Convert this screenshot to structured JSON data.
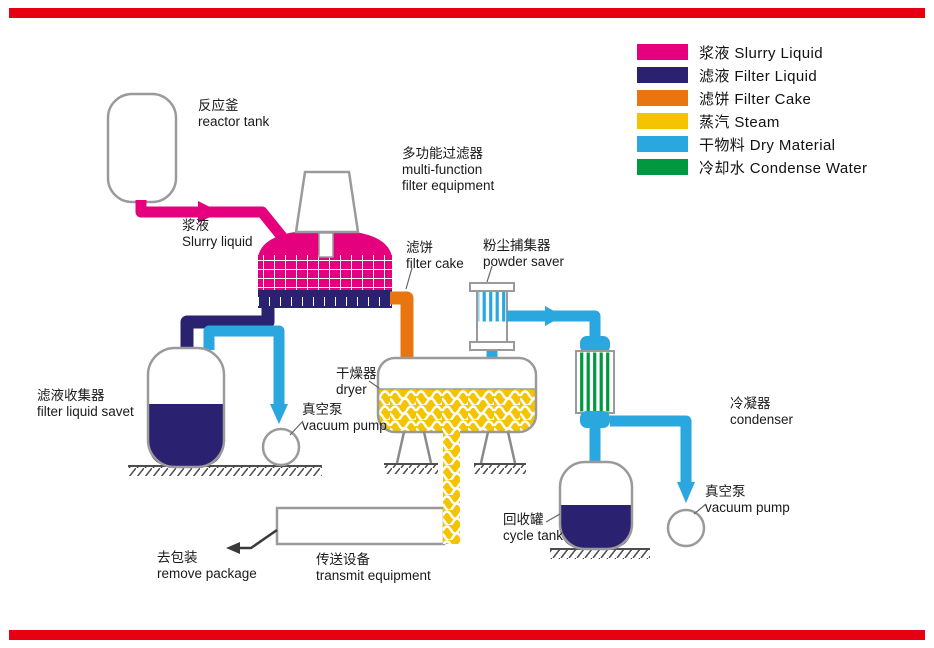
{
  "colors": {
    "border_bar": "#e60012",
    "slurry": "#e5007d",
    "filter_liquid": "#2b2171",
    "filter_cake": "#e8750f",
    "steam": "#f5c400",
    "dry_material": "#2aa7df",
    "condense_water": "#00993f",
    "outline_gray": "#9a9a9a"
  },
  "legend": {
    "items": [
      {
        "label": "浆液 Slurry Liquid",
        "color": "#e5007d"
      },
      {
        "label": "滤液 Filter Liquid",
        "color": "#2b2171"
      },
      {
        "label": "滤饼 Filter Cake",
        "color": "#e8750f"
      },
      {
        "label": "蒸汽 Steam",
        "color": "#f5c400"
      },
      {
        "label": "干物料 Dry Material",
        "color": "#2aa7df"
      },
      {
        "label": "冷却水 Condense Water",
        "color": "#00993f"
      }
    ]
  },
  "labels": {
    "reactor_tank": {
      "zh": "反应釜",
      "en": "reactor tank"
    },
    "slurry_pipe": {
      "zh": "浆液",
      "en": "Slurry liquid"
    },
    "filter_equipment": {
      "zh": "多功能过滤器",
      "en_line1": "multi-function",
      "en_line2": "filter equipment"
    },
    "filter_cake": {
      "zh": "滤饼",
      "en": "filter cake"
    },
    "powder_saver": {
      "zh": "粉尘捕集器",
      "en": "powder saver"
    },
    "dryer": {
      "zh": "干燥器",
      "en": "dryer"
    },
    "filter_liquid_saver": {
      "zh": "滤液收集器",
      "en": "filter liquid savet"
    },
    "vacuum_pump_left": {
      "zh": "真空泵",
      "en": "vacuum pump"
    },
    "condenser": {
      "zh": "冷凝器",
      "en": "condenser"
    },
    "cycle_tank": {
      "zh": "回收罐",
      "en": "cycle tank"
    },
    "vacuum_pump_right": {
      "zh": "真空泵",
      "en": "vacuum pump"
    },
    "remove_package": {
      "zh": "去包装",
      "en": "remove package"
    },
    "transmit_equipment": {
      "zh": "传送设备",
      "en": "transmit equipment"
    }
  }
}
